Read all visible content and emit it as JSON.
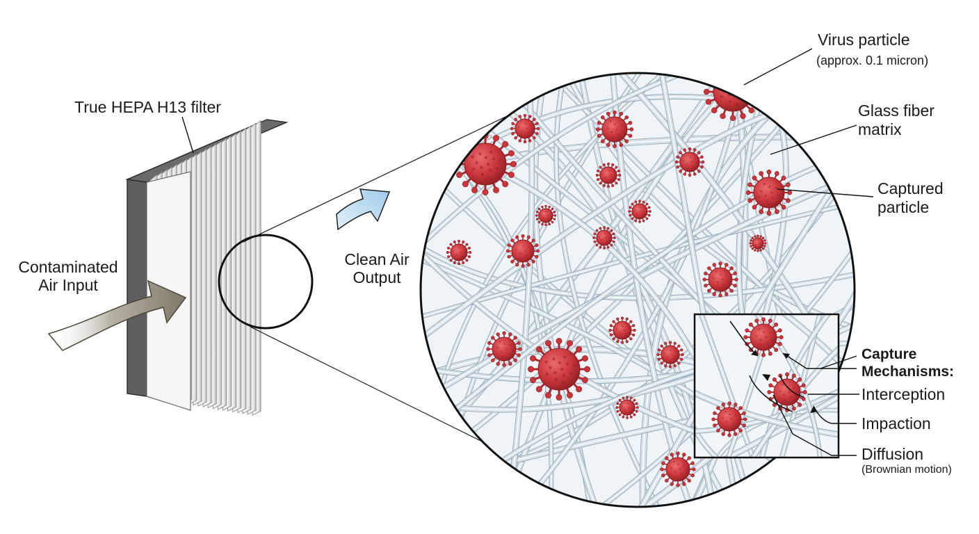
{
  "colors": {
    "virus": "#c8353a",
    "virus_dark": "#8e1f24",
    "fiber": "#c9d5de",
    "fiber_edge": "#8ea1b0",
    "magnifier_bg": "#eef4f8",
    "inflow_arrow": "#8f8877",
    "outflow_arrow": "#a9d0ea",
    "filter_frame": "#5e5e5e",
    "line": "#1a1a1a"
  },
  "labels": {
    "filter": "True HEPA H13 filter",
    "input_line1": "Contaminated",
    "input_line2": "Air Input",
    "output_line1": "Clean Air",
    "output_line2": "Output",
    "virus_title": "Virus particle",
    "virus_size": "(approx. 0.1 micron)",
    "fiber_line1": "Glass fiber",
    "fiber_line2": "matrix",
    "captured_line1": "Captured",
    "captured_line2": "particle",
    "mech_title_line1": "Capture",
    "mech_title_line2": "Mechanisms:",
    "mech_interception": "Interception",
    "mech_impaction": "Impaction",
    "mech_diffusion": "Diffusion",
    "mech_diffusion_sub": "(Brownian motion)"
  },
  "icons": {
    "particle": "virus-particle-icon",
    "inflow": "air-inflow-arrow-icon",
    "outflow": "air-outflow-arrow-icon",
    "magnifier": "magnifier-circle-icon"
  }
}
